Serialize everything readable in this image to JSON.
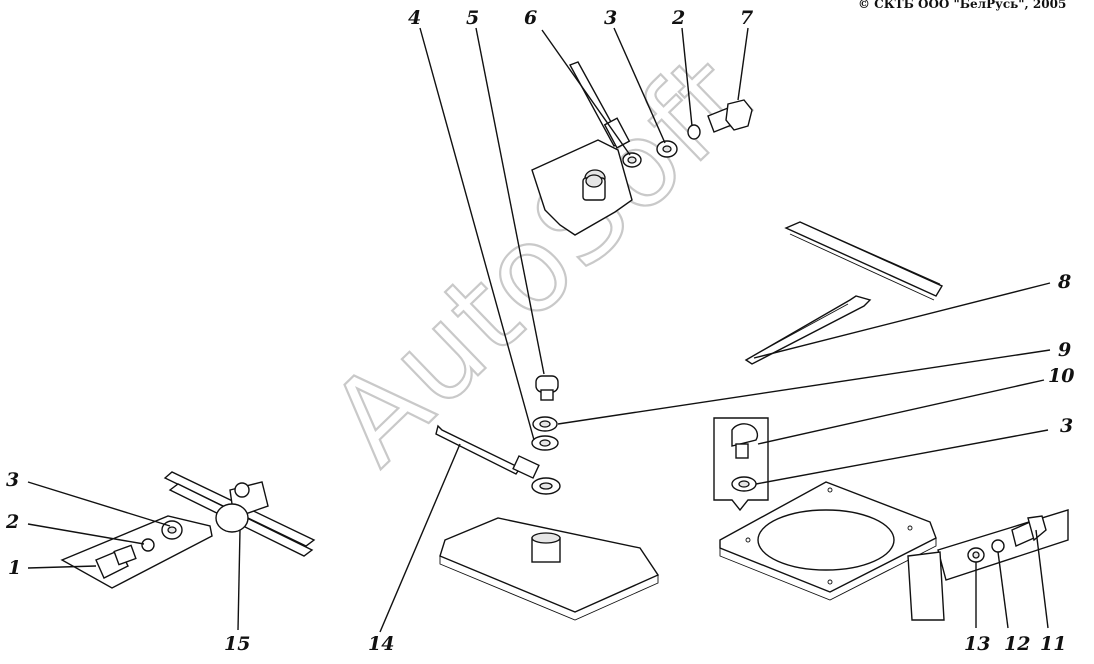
{
  "copyright": "© СКТБ ООО \"БелРусь\", 2005",
  "watermark": "AutoSoft",
  "callouts": [
    {
      "id": "c4",
      "label": "4"
    },
    {
      "id": "c5",
      "label": "5"
    },
    {
      "id": "c6",
      "label": "6"
    },
    {
      "id": "c3a",
      "label": "3"
    },
    {
      "id": "c2a",
      "label": "2"
    },
    {
      "id": "c7",
      "label": "7"
    },
    {
      "id": "c8",
      "label": "8"
    },
    {
      "id": "c9",
      "label": "9"
    },
    {
      "id": "c10",
      "label": "10"
    },
    {
      "id": "c3b",
      "label": "3"
    },
    {
      "id": "c3c",
      "label": "3"
    },
    {
      "id": "c2b",
      "label": "2"
    },
    {
      "id": "c1",
      "label": "1"
    },
    {
      "id": "c15",
      "label": "15"
    },
    {
      "id": "c14",
      "label": "14"
    },
    {
      "id": "c13",
      "label": "13"
    },
    {
      "id": "c12",
      "label": "12"
    },
    {
      "id": "c11",
      "label": "11"
    }
  ]
}
